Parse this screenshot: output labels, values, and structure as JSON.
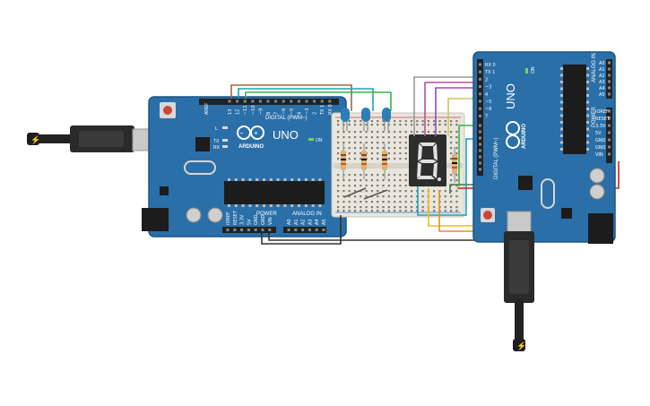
{
  "board_left": {
    "label_uno": "UNO",
    "label_brand": "ARDUINO",
    "label_digital": "DIGITAL (PWM~)",
    "label_power": "POWER",
    "label_analog": "ANALOG IN",
    "label_on": "ON",
    "label_l": "L",
    "label_tx": "TX",
    "label_rx": "RX",
    "label_aref": "AREF",
    "label_gnd": "GND",
    "pins_digital": [
      "13",
      "12",
      "~11",
      "~10",
      "~9",
      "8",
      "7",
      "~6",
      "~5",
      "4",
      "~3",
      "2",
      "TX 1",
      "RX 0"
    ],
    "pins_power": [
      "IOREF",
      "RESET",
      "3.3V",
      "5V",
      "GND",
      "GND",
      "VIN"
    ],
    "pins_analog": [
      "A0",
      "A1",
      "A2",
      "A3",
      "A4",
      "A5"
    ]
  },
  "board_right": {
    "label_uno": "UNO",
    "label_brand": "ARDUINO",
    "label_digital": "DIGITAL (PWM~)",
    "label_power": "POWER",
    "label_analog": "ANALOG IN",
    "label_on": "ON",
    "pins_digital": [
      "RX 0",
      "TX 1",
      "2",
      "~3",
      "4",
      "~5",
      "~6",
      "7"
    ],
    "pins_analog": [
      "A0",
      "A1",
      "A2",
      "A3",
      "A4",
      "A5"
    ],
    "pins_power": [
      "IOREF",
      "RESET",
      "3.3V",
      "5V",
      "GND",
      "GND",
      "VIN"
    ]
  },
  "display": {
    "digit": "8"
  },
  "colors": {
    "board": "#2a6fa8",
    "board_edge": "#1d5585",
    "breadboard": "#e9e6de",
    "led": "#2b7fb7",
    "segment_bg": "#2d2d2d",
    "segment_on": "#e0e0e0"
  }
}
